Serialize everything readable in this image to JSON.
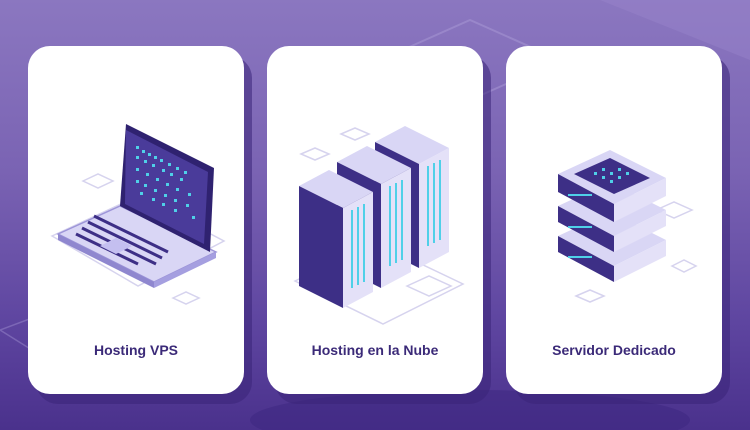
{
  "cards": [
    {
      "label": "Hosting VPS",
      "icon": "laptop-icon"
    },
    {
      "label": "Hosting en la Nube",
      "icon": "server-towers-icon"
    },
    {
      "label": "Servidor Dedicado",
      "icon": "stacked-server-icon"
    }
  ],
  "colors": {
    "background": "#7a63b3",
    "card": "#ffffff",
    "label": "#3b2a78",
    "device_dark": "#3d2f86",
    "device_light": "#d9d6f5",
    "led": "#4fd0e8"
  }
}
